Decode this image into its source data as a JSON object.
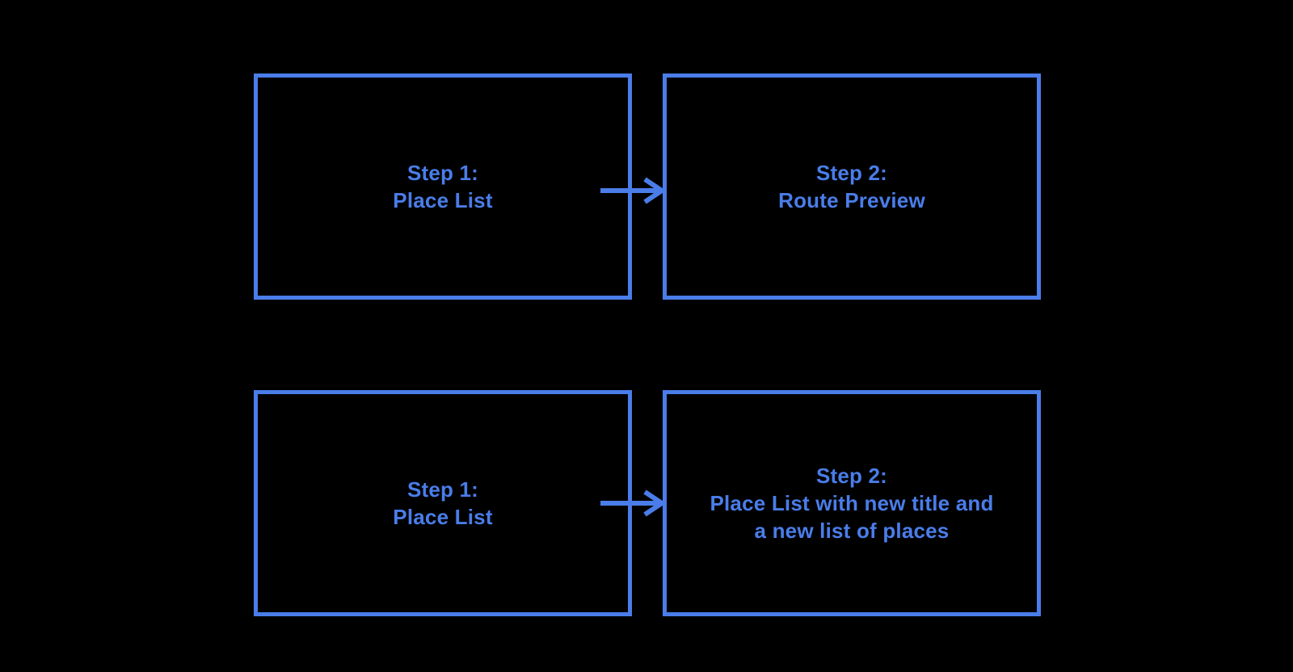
{
  "diagram": {
    "background_color": "#000000",
    "accent_color": "#4a7de9",
    "boxes": [
      {
        "id": "top-step-1",
        "lines": [
          "Step 1:",
          "Place List"
        ]
      },
      {
        "id": "top-step-2",
        "lines": [
          "Step 2:",
          "Route Preview"
        ]
      },
      {
        "id": "bottom-step-1",
        "lines": [
          "Step 1:",
          "Place List"
        ]
      },
      {
        "id": "bottom-step-2",
        "lines": [
          "Step 2:",
          "Place List with new title and",
          "a new list of places"
        ]
      }
    ],
    "arrows": [
      {
        "id": "top-arrow",
        "direction": "right"
      },
      {
        "id": "bottom-arrow",
        "direction": "right"
      }
    ]
  }
}
